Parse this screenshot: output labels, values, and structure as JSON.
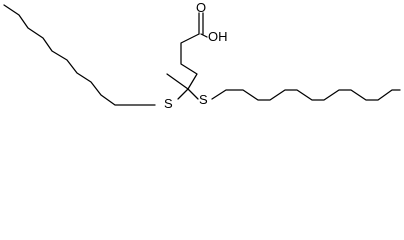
{
  "molecule": {
    "labels": {
      "carbonyl_oxygen": "O",
      "hydroxyl": "OH",
      "sulfur_left": "S",
      "sulfur_right": "S"
    },
    "colors": {
      "background": "#ffffff",
      "ink": "#000000"
    }
  }
}
